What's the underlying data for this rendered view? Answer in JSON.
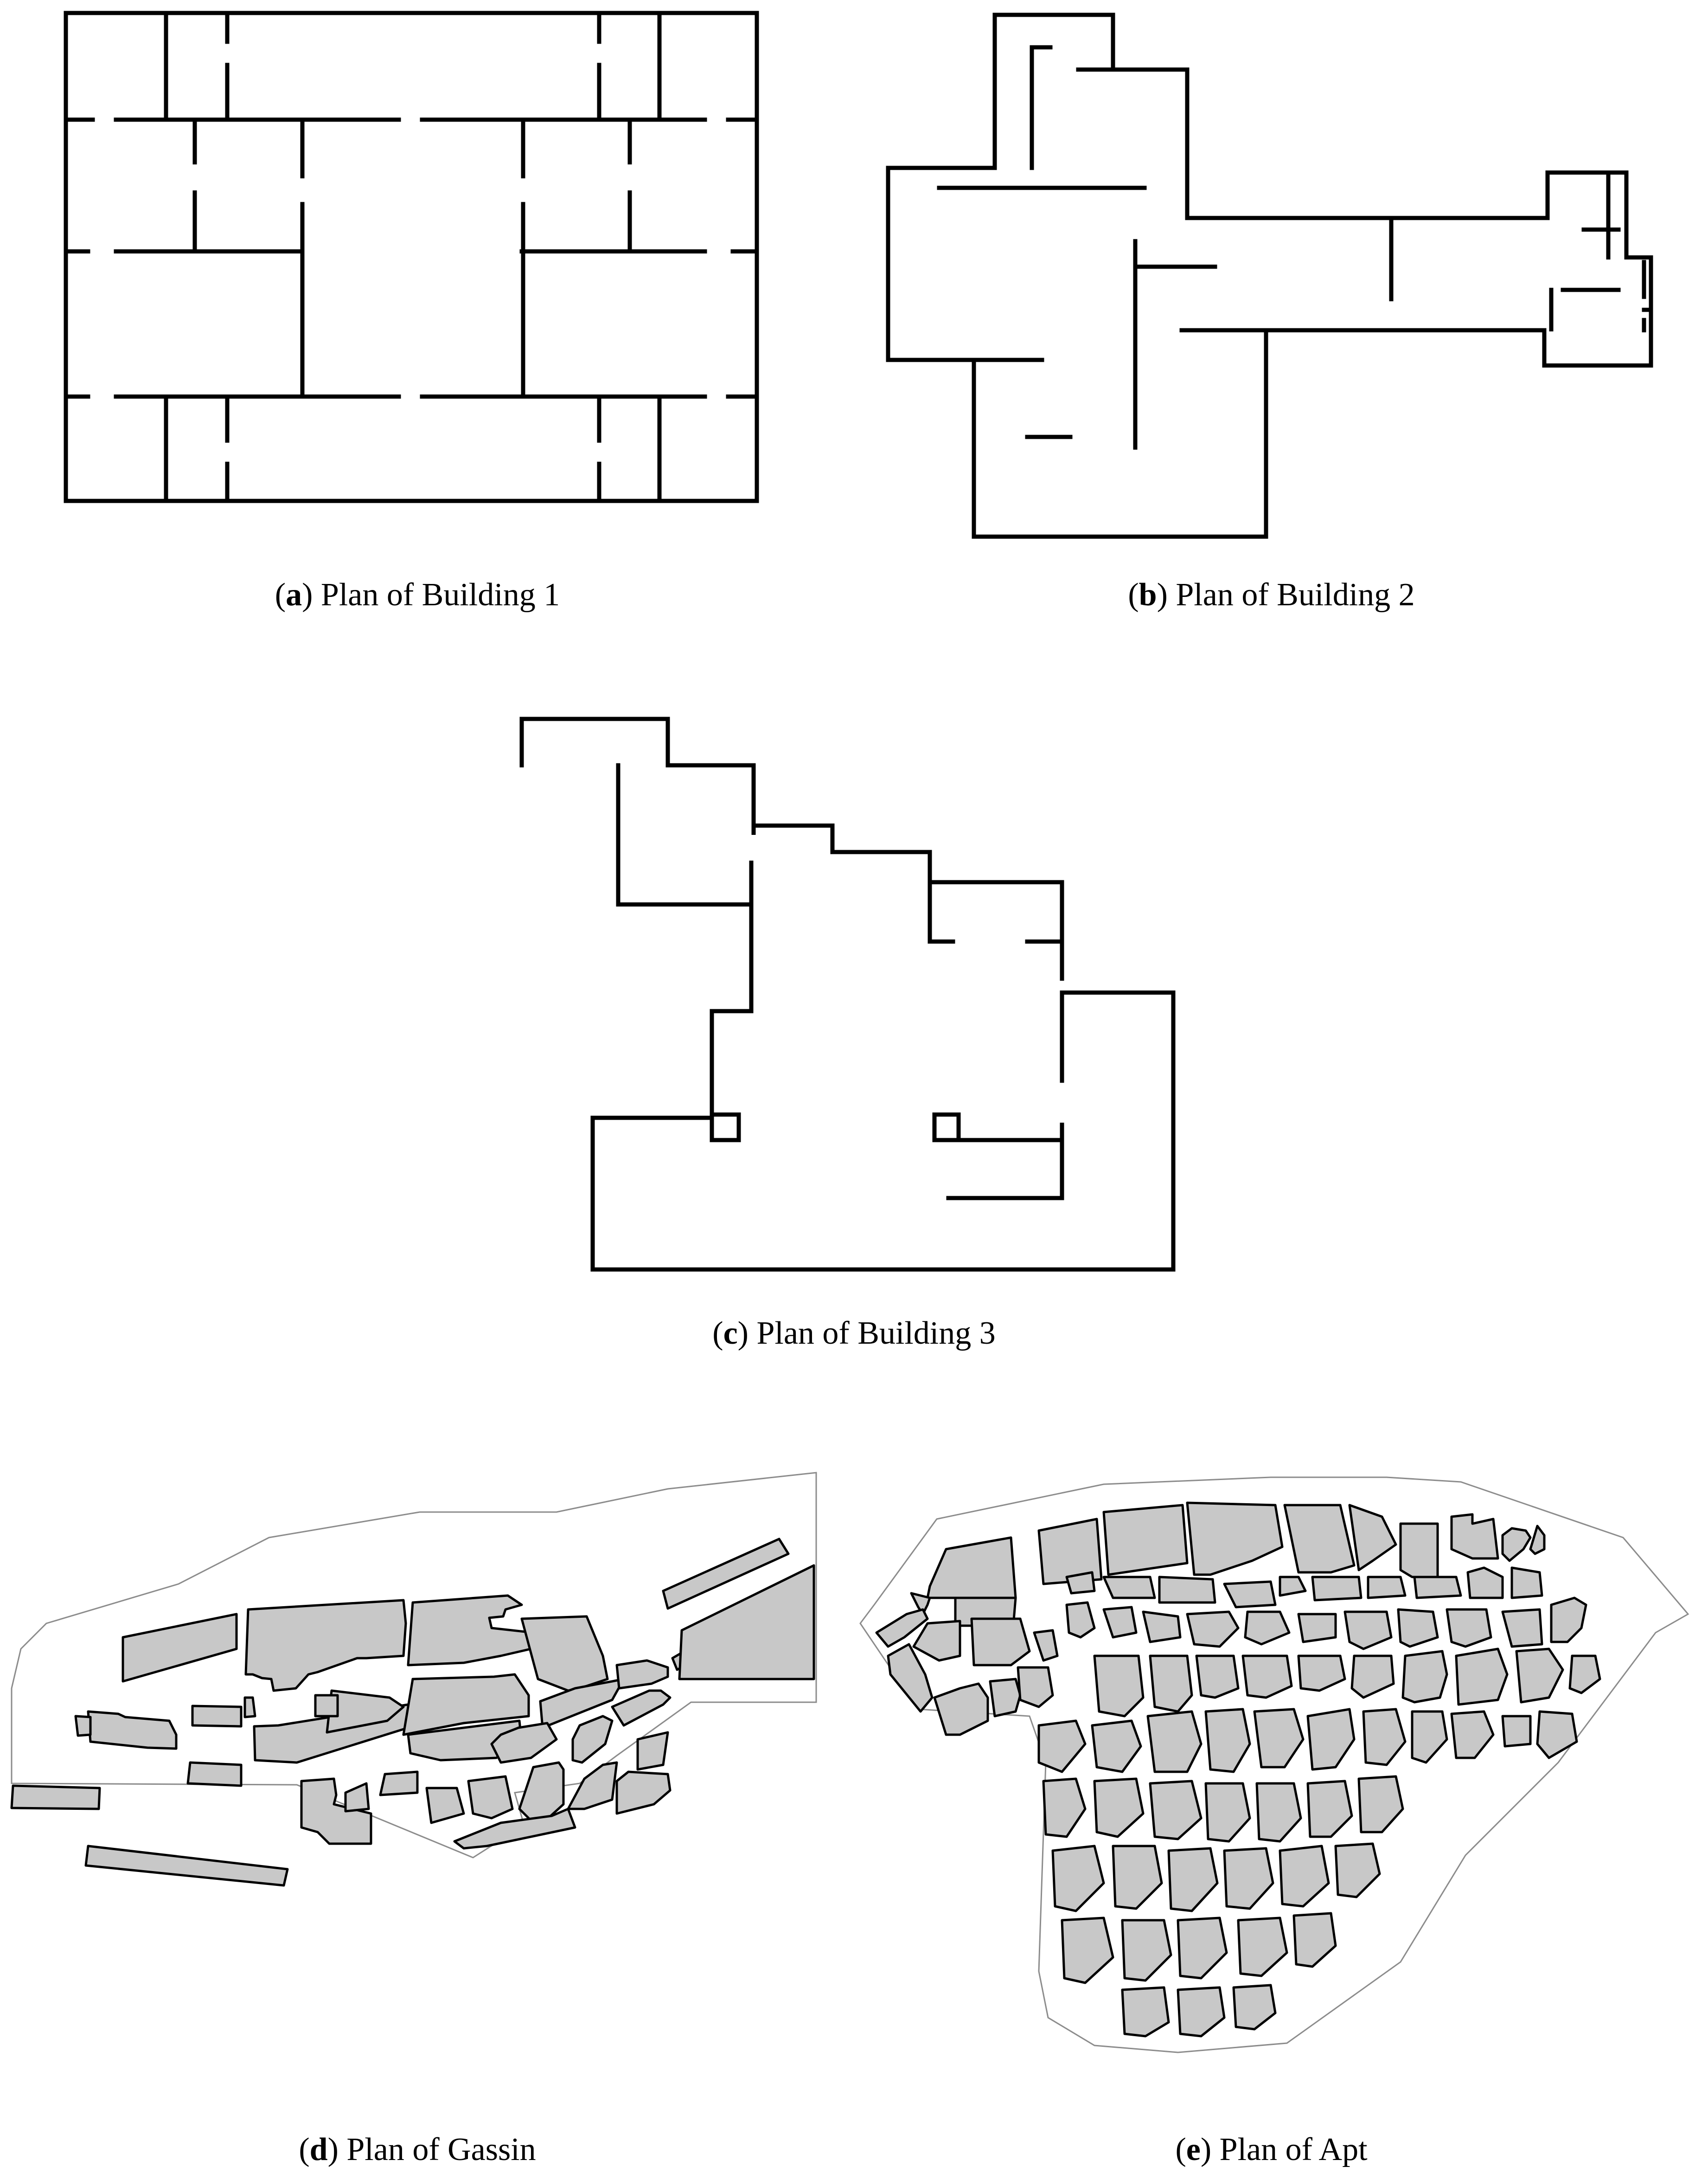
{
  "figure": {
    "panels": [
      {
        "letter": "a",
        "title": "Plan of Building 1"
      },
      {
        "letter": "b",
        "title": "Plan of Building 2"
      },
      {
        "letter": "c",
        "title": "Plan of Building 3"
      },
      {
        "letter": "d",
        "title": "Plan of Gassin"
      },
      {
        "letter": "e",
        "title": "Plan of Apt"
      }
    ]
  },
  "colors": {
    "wall": "#000000",
    "block_fill": "#c8c8c8",
    "boundary": "#8c8c8c"
  }
}
